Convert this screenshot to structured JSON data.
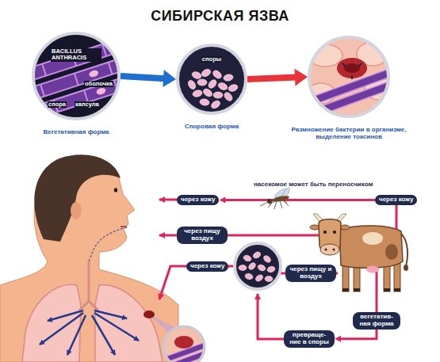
{
  "diagram": {
    "title": "СИБИРСКАЯ ЯЗВА",
    "nodes": [
      {
        "text": [
          "BACILLUS ANTHRACIS",
          "оболочка",
          "спора",
          "капсула",
          "Вегетативная форма"
        ]
      },
      {
        "text": [
          "споры",
          "Споровая форма"
        ]
      },
      {
        "text": [
          "Размножение бактерии в организме, выделение токсинов"
        ]
      },
      {
        "text": [
          "через кожу"
        ]
      },
      {
        "text": [
          "через кожу"
        ]
      },
      {
        "text": [
          "через пищу воздух"
        ]
      },
      {
        "text": [
          "через кожу"
        ]
      },
      {
        "text": [
          "через пищу и воздух"
        ]
      },
      {
        "text": [
          "вегетатив- ная форма"
        ]
      },
      {
        "text": [
          "превраще- ние в споры"
        ]
      }
    ],
    "edges": [
      {
        "from": 0,
        "to": 1,
        "arrow": "to"
      },
      {
        "from": 1,
        "to": 2,
        "arrow": "to"
      },
      {
        "from": 4,
        "to": 3,
        "arrow": "to"
      },
      {
        "from": 8,
        "to": 9,
        "arrow": "to"
      }
    ],
    "labels": [
      "насекомое может быть переносчиком"
    ]
  }
}
